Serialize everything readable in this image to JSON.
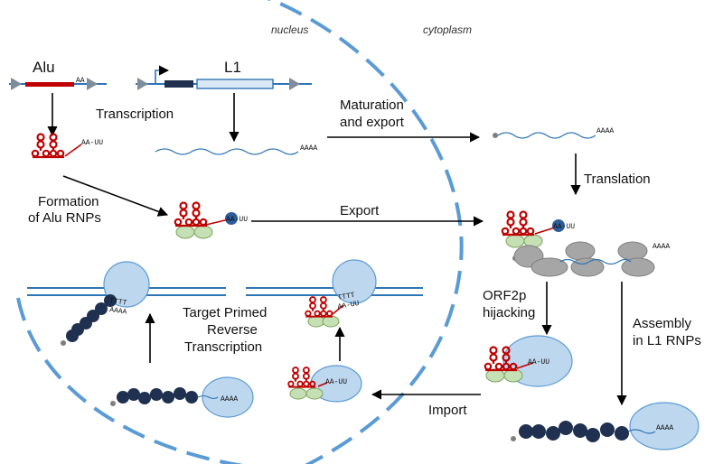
{
  "compartments": {
    "nucleus": "nucleus",
    "cytoplasm": "cytoplasm"
  },
  "genes": {
    "alu": "Alu",
    "l1": "L1"
  },
  "steps": {
    "transcription": "Transcription",
    "maturation_line1": "Maturation",
    "maturation_line2": "and export",
    "translation": "Translation",
    "formation_line1": "Formation",
    "formation_line2": "of  Alu RNPs",
    "export": "Export",
    "orf2p_line1": "ORF2p",
    "orf2p_line2": "hijacking",
    "assembly_line1": "Assembly",
    "assembly_line2": "in  L1 RNPs",
    "tprt_line1": "Target Primed",
    "tprt_line2": "Reverse",
    "tprt_line3": "Transcription",
    "import": "Import"
  },
  "rna_tags": {
    "polya": "AAAA",
    "alu_tail": "AA-UU",
    "alu_gene_tail": "AA"
  },
  "colors": {
    "dna": "#2e75b6",
    "envelope": "#5b9bd5",
    "alu_rna": "#c00000",
    "orf1p": "#1f3050",
    "orf2p": "#bdd7ee",
    "srp": "#a9d18e",
    "ribosome": "#a6a6a6",
    "arrow": "#000000"
  }
}
